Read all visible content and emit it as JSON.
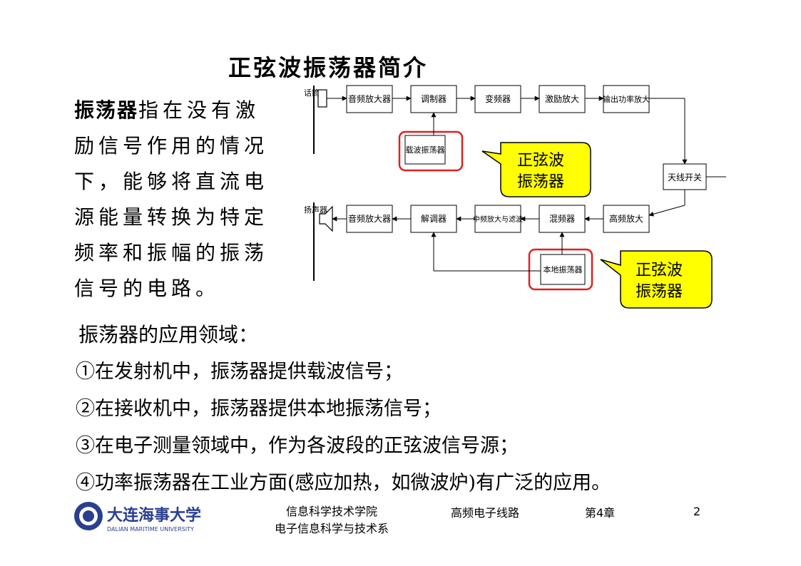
{
  "title": "正弦波振荡器简介",
  "intro": {
    "term": "振荡器",
    "text": "指在没有激励信号作用的情况下，能够将直流电源能量转换为特定频率和振幅的振荡信号的电路。"
  },
  "diagram": {
    "tx_input": "话筒",
    "rx_output": "扬声器",
    "tx_blocks": [
      "音频放大器",
      "调制器",
      "变频器",
      "激励放大",
      "输出功率放大"
    ],
    "carrier_osc": "载波振荡器",
    "antenna_switch": "天线开关",
    "rx_blocks": [
      "音频放大器",
      "解调器",
      "中频放大与滤波",
      "混频器",
      "高频放大"
    ],
    "local_osc": "本地振荡器",
    "callout1": [
      "正弦波",
      "振荡器"
    ],
    "callout2": [
      "正弦波",
      "振荡器"
    ]
  },
  "applications": {
    "heading": "振荡器的应用领域：",
    "items": [
      "①在发射机中，振荡器提供载波信号；",
      "②在接收机中，振荡器提供本地振荡信号；",
      "③在电子测量领域中，作为各波段的正弦波信号源；",
      "④功率振荡器在工业方面(感应加热，如微波炉)有广泛的应用。"
    ]
  },
  "footer": {
    "university_cn": "大连海事大学",
    "university_en": "DALIAN MARITIME UNIVERSITY",
    "dept_line1": "信息科学技术学院",
    "dept_line2": "电子信息科学与技术系",
    "course": "高频电子线路",
    "chapter": "第4章",
    "page": "2"
  },
  "colors": {
    "callout_fill": "#ffff00",
    "highlight_ring": "#e02020"
  }
}
